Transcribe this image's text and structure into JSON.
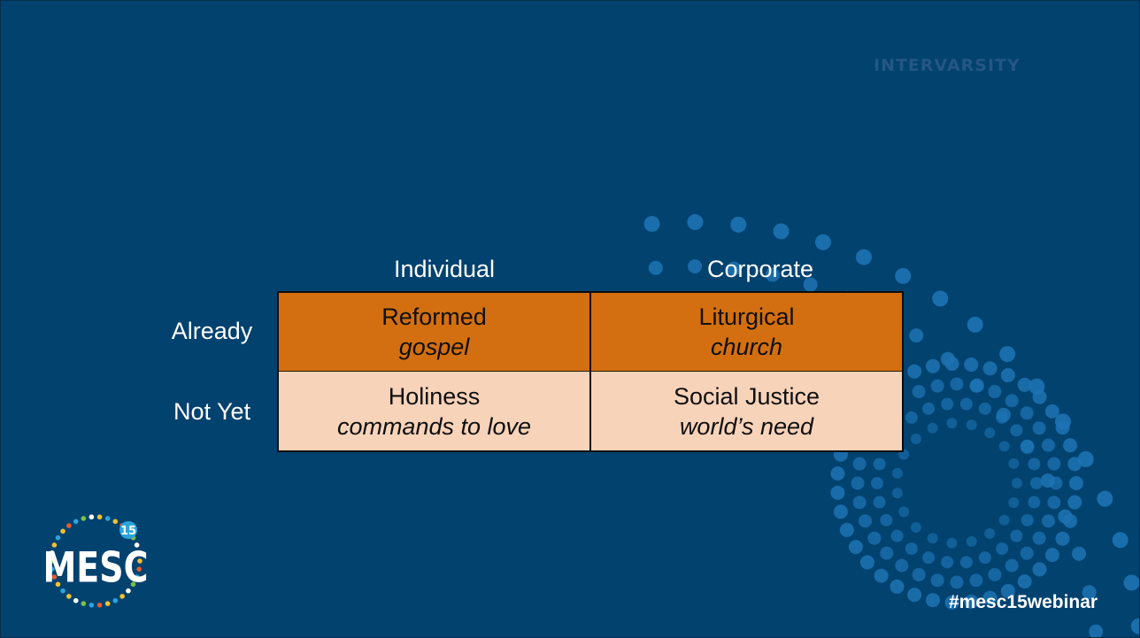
{
  "brand": "INTERVARSITY",
  "hashtag": "#mesc15webinar",
  "logo": {
    "text": "MESC",
    "badge": "15"
  },
  "matrix": {
    "columns": [
      "Individual",
      "Corporate"
    ],
    "rows": [
      {
        "label": "Already",
        "cells": [
          {
            "title": "Reformed",
            "sub": "gospel"
          },
          {
            "title": "Liturgical",
            "sub": "church"
          }
        ]
      },
      {
        "label": "Not Yet",
        "cells": [
          {
            "title": "Holiness",
            "sub": "commands to love"
          },
          {
            "title": "Social Justice",
            "sub": "world’s need"
          }
        ]
      }
    ]
  },
  "colors": {
    "background": "#02426f",
    "row_already": "#d36f10",
    "row_not_yet": "#f7d3b9",
    "dots": "#1d73b3"
  }
}
